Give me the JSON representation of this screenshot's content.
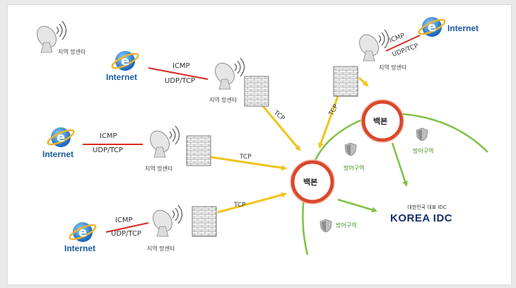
{
  "internet_label": "Internet",
  "local_center_label": "지역 망센타",
  "proto_icmp": "ICMP",
  "proto_udptcp": "UDP/TCP",
  "proto_tcp": "TCP",
  "backbone_label": "백본",
  "defense_zone_label": "방어구역",
  "idc_caption": "대한민국 대표 IDC",
  "idc_logo_text": "KOREA IDC",
  "colors": {
    "red_line": "#d62b1e",
    "yellow_arrow": "#f0c419",
    "green": "#7ec144",
    "internet_blue": "#1a5b9c"
  }
}
